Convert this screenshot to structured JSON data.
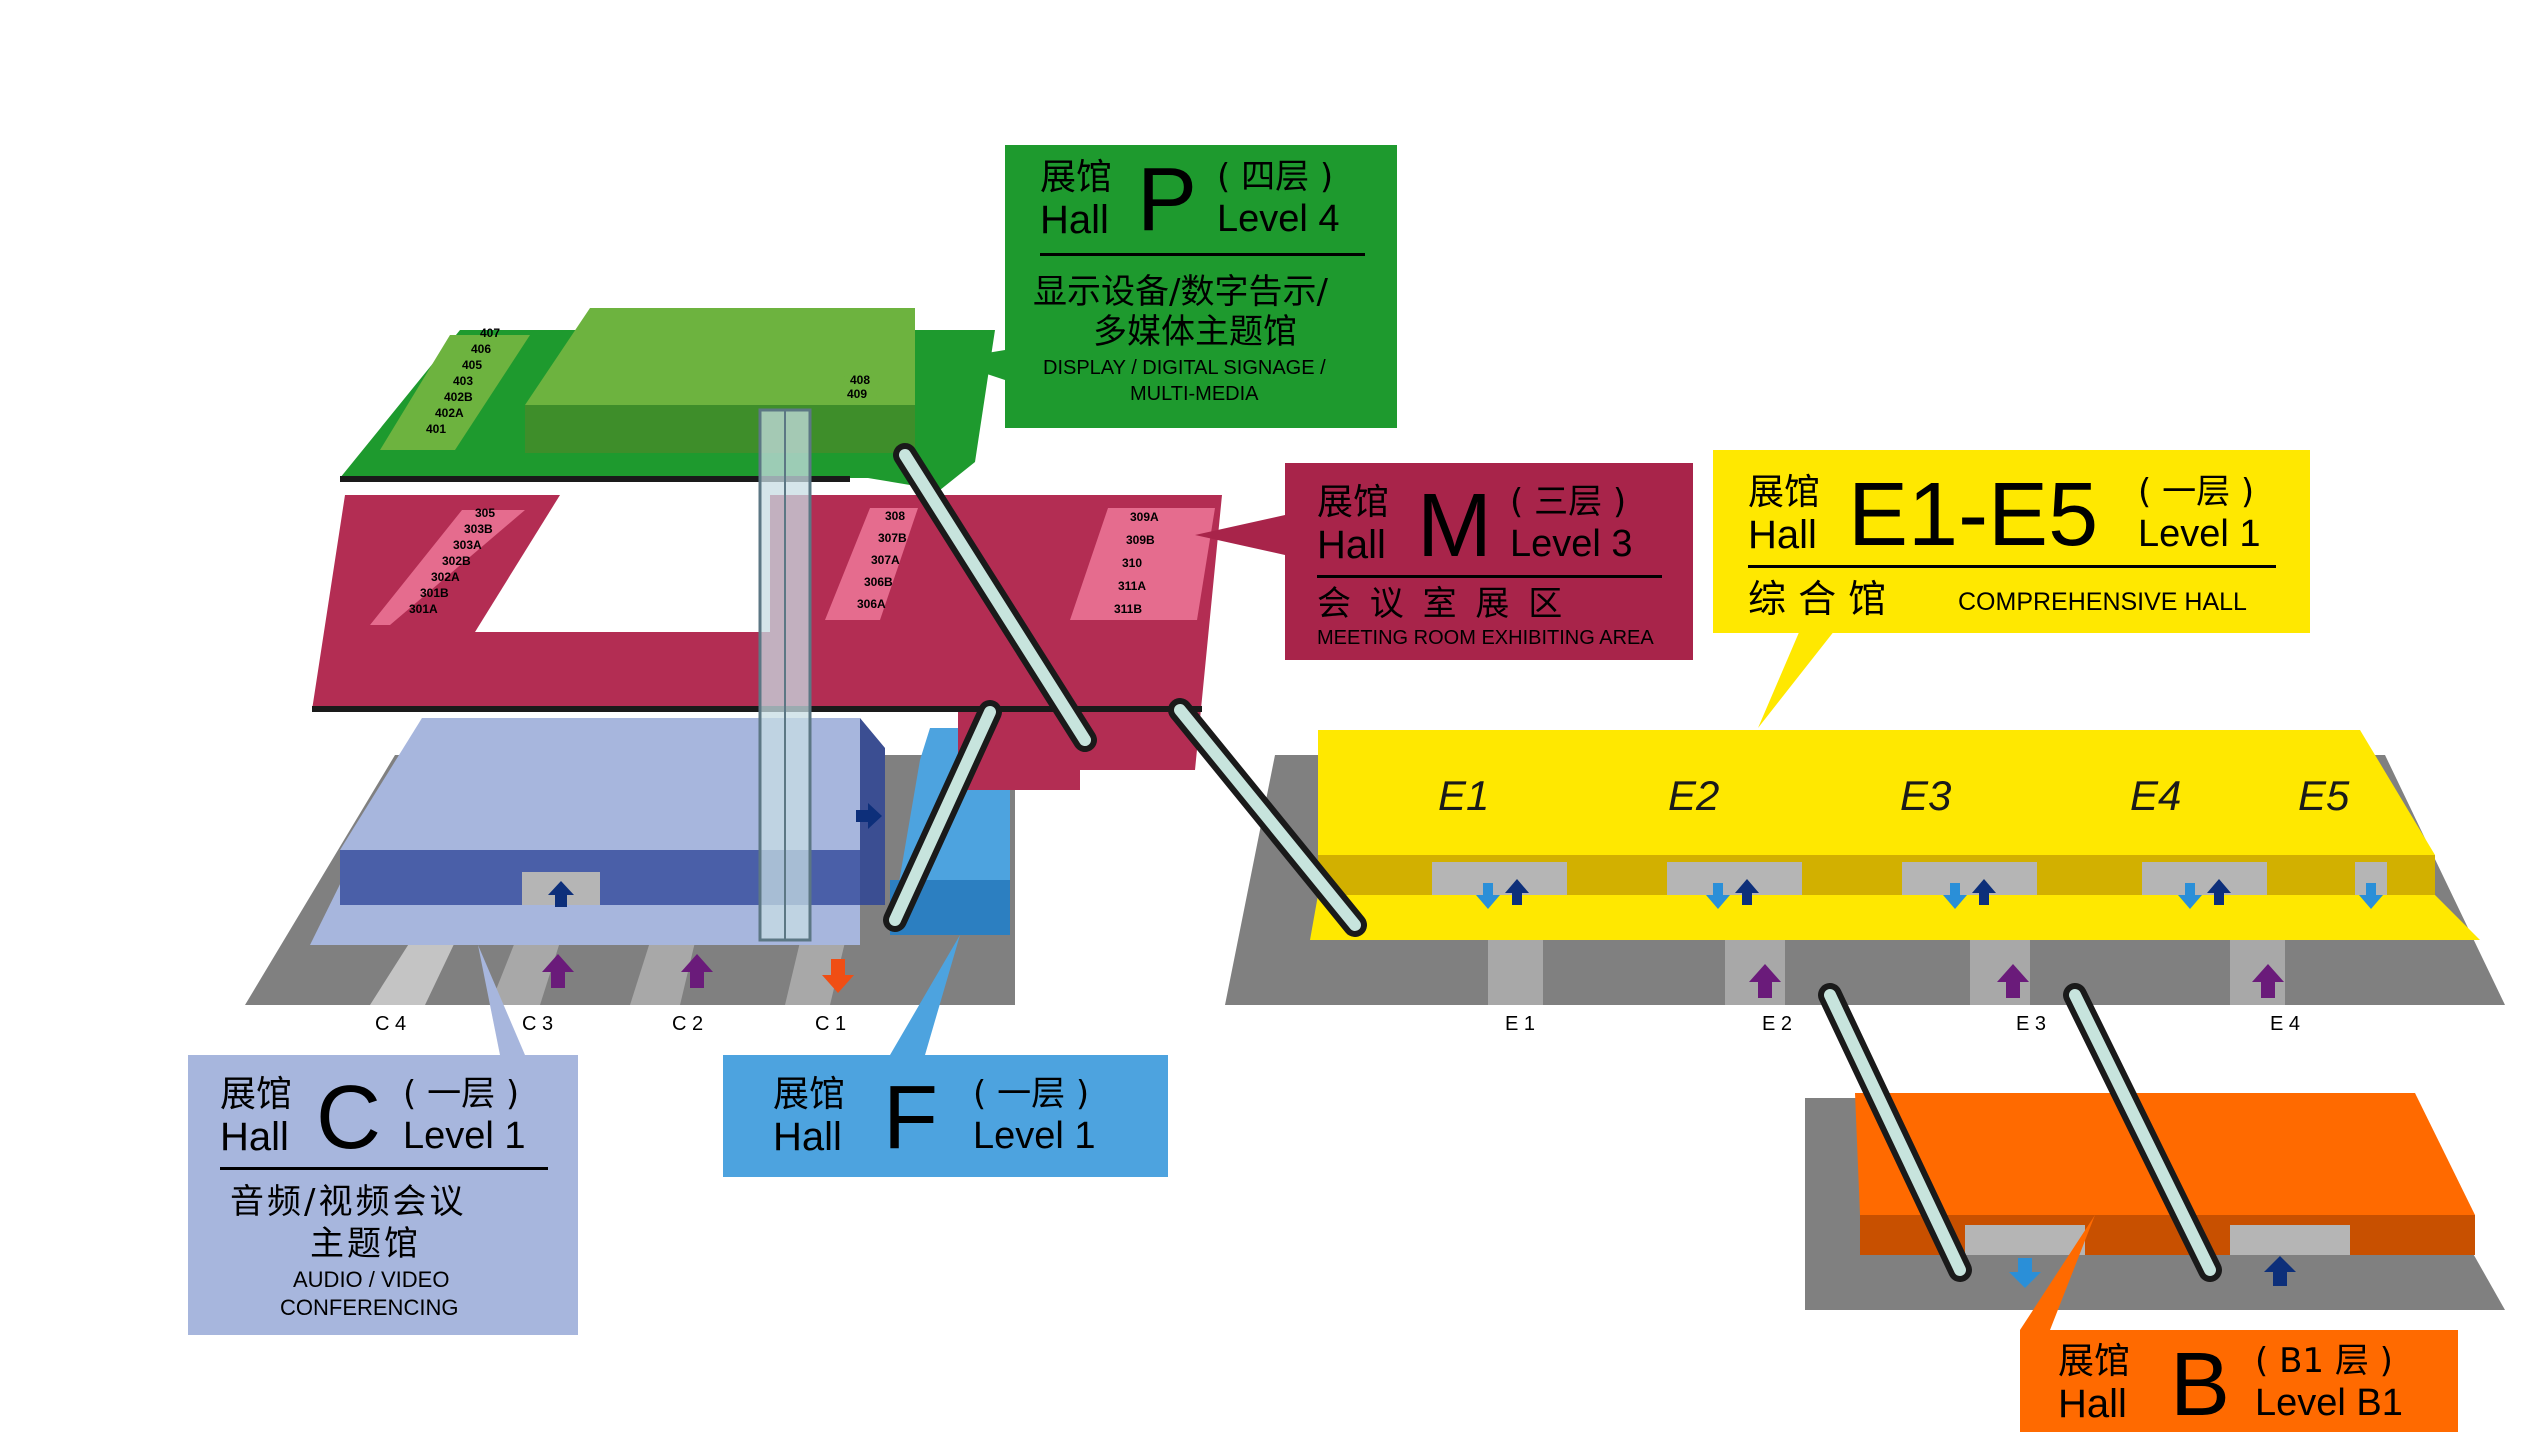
{
  "halls": {
    "p": {
      "zh": "展馆",
      "en": "Hall",
      "letter": "P",
      "level_zh": "( 四层 )",
      "level_en": "Level 4",
      "theme_zh_1": "显示设备/数字告示/",
      "theme_zh_2": "多媒体主题馆",
      "theme_en_1": "DISPLAY / DIGITAL SIGNAGE /",
      "theme_en_2": "MULTI-MEDIA",
      "color": "#1E9A2E"
    },
    "m": {
      "zh": "展馆",
      "en": "Hall",
      "letter": "M",
      "level_zh": "( 三层 )",
      "level_en": "Level 3",
      "theme_zh": "会 议 室 展 区",
      "theme_en": "MEETING ROOM EXHIBITING AREA",
      "color": "#A8244A"
    },
    "e": {
      "zh": "展馆",
      "en": "Hall",
      "letter": "E1-E5",
      "level_zh": "( 一层 )",
      "level_en": "Level 1",
      "theme_zh": "综 合 馆",
      "theme_en": "COMPREHENSIVE HALL",
      "color": "#FFE800"
    },
    "c": {
      "zh": "展馆",
      "en": "Hall",
      "letter": "C",
      "level_zh": "( 一层 )",
      "level_en": "Level 1",
      "theme_zh_1": "音频/视频会议",
      "theme_zh_2": "主题馆",
      "theme_en_1": "AUDIO / VIDEO",
      "theme_en_2": "CONFERENCING",
      "color": "#A7B6DD"
    },
    "f": {
      "zh": "展馆",
      "en": "Hall",
      "letter": "F",
      "level_zh": "( 一层 )",
      "level_en": "Level 1",
      "color": "#4DA3DF"
    },
    "b": {
      "zh": "展馆",
      "en": "Hall",
      "letter": "B",
      "level_zh": "( B1 层 )",
      "level_en": "Level B1",
      "color": "#FF6A00"
    }
  },
  "rooms": {
    "p_left": [
      "407",
      "406",
      "405",
      "403",
      "402B",
      "402A",
      "401"
    ],
    "p_right": [
      "408",
      "409"
    ],
    "m_left": [
      "305",
      "303B",
      "303A",
      "302B",
      "302A",
      "301B",
      "301A"
    ],
    "m_mid": [
      "308",
      "307B",
      "307A",
      "306B",
      "306A"
    ],
    "m_right": [
      "309A",
      "309B",
      "310",
      "311A",
      "311B"
    ]
  },
  "sections": [
    "E1",
    "E2",
    "E3",
    "E4",
    "E5"
  ],
  "entrances": {
    "c4": "C 4",
    "c3": "C 3",
    "c2": "C 2",
    "c1": "C 1",
    "e1": "E 1",
    "e2": "E 2",
    "e3": "E 3",
    "e4": "E 4"
  },
  "colors": {
    "level4_green": "#6DB33F",
    "level3_magenta": "#B32D53",
    "room_pink": "#E56C8E",
    "hall_c_blue": "#A7B6DD",
    "hall_c_dark": "#4A5FA8",
    "hall_f_blue": "#4DA3DF",
    "hall_e_yellow": "#FFE800",
    "hall_b_orange": "#FF6A00",
    "ground_gray": "#808080",
    "arrow_purple": "#6A1B7A",
    "arrow_navy": "#0D2F7A",
    "arrow_blue": "#2A8FD8",
    "arrow_red": "#F04E14"
  }
}
